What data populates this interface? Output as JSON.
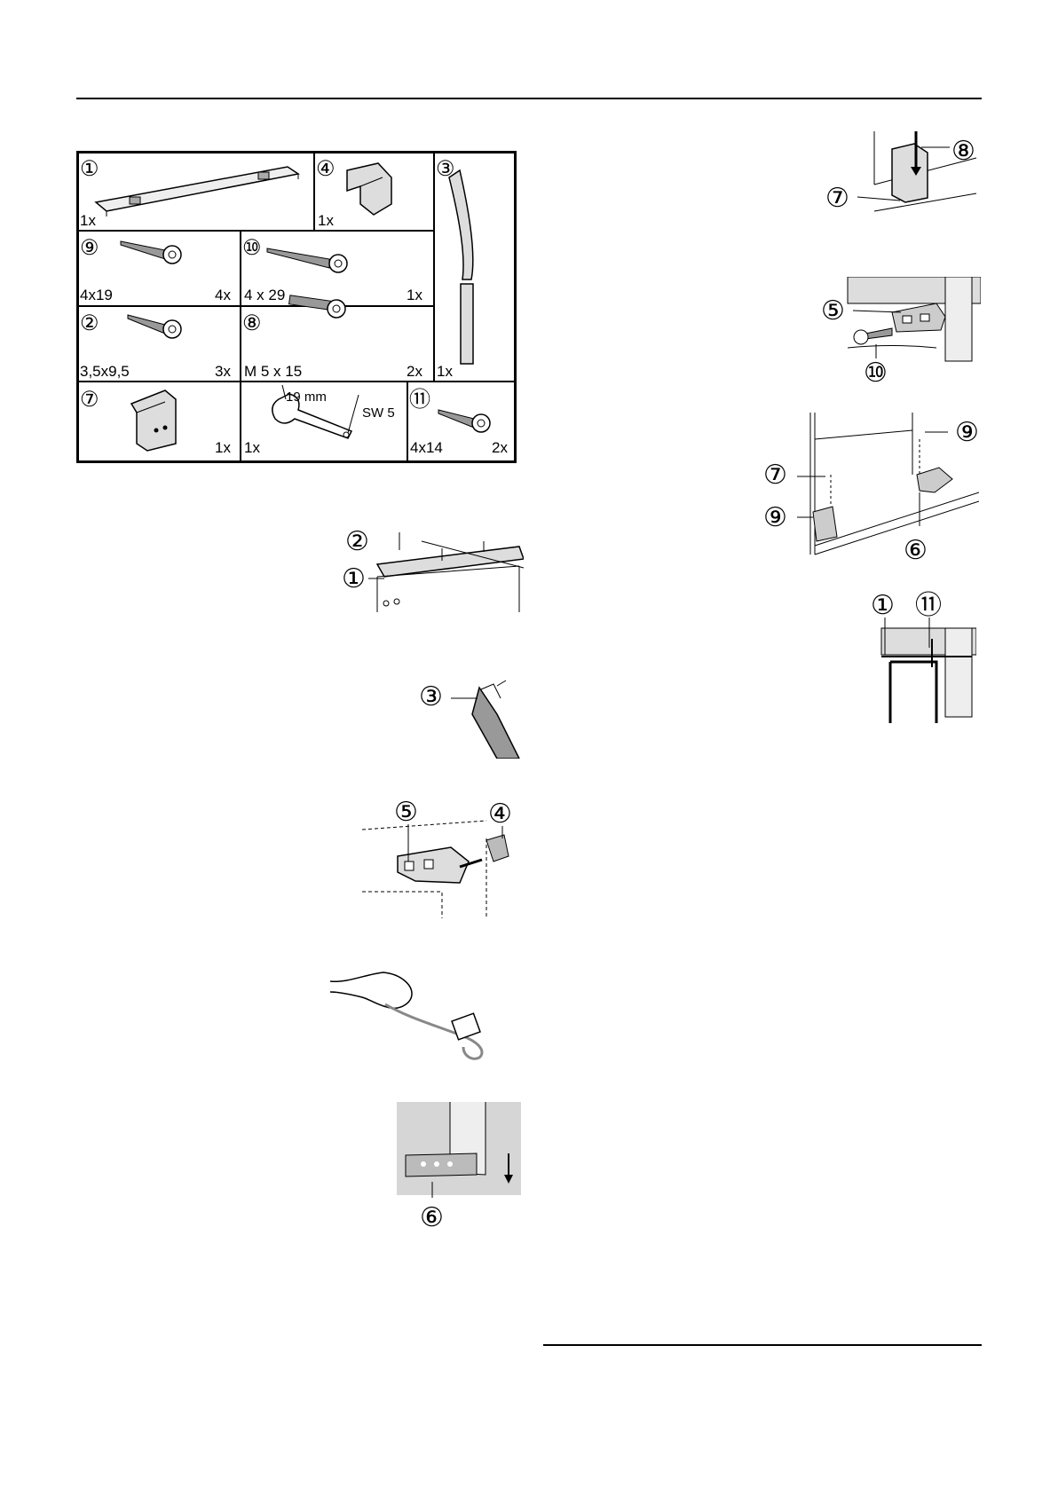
{
  "parts_table": {
    "cells": [
      {
        "num": "①",
        "qty": "1x",
        "size": ""
      },
      {
        "num": "④",
        "qty": "1x",
        "size": ""
      },
      {
        "num": "③",
        "qty": "1x",
        "size": ""
      },
      {
        "num": "⑨",
        "qty": "4x",
        "size": "4x19"
      },
      {
        "num": "⑩",
        "qty": "1x",
        "size": "4 x 29"
      },
      {
        "num": "②",
        "qty": "3x",
        "size": "3,5x9,5"
      },
      {
        "num": "⑧",
        "qty": "2x",
        "size": "M 5 x 15"
      },
      {
        "num": "⑦",
        "qty": "1x",
        "size": ""
      },
      {
        "num": "",
        "qty": "1x",
        "size": "",
        "wrench_label": "19 mm",
        "socket_label": "SW 5"
      },
      {
        "num": "⑪",
        "qty": "2x",
        "size": "4x14"
      }
    ]
  },
  "figures": {
    "fig_rail": {
      "labels": [
        "②",
        "①"
      ]
    },
    "fig_strip": {
      "labels": [
        "③"
      ]
    },
    "fig_bracket": {
      "labels": [
        "⑤",
        "④"
      ]
    },
    "fig_plug": {
      "labels": []
    },
    "fig_plinth": {
      "labels": [
        "⑥"
      ]
    },
    "fig_top_right_bracket": {
      "labels": [
        "⑧",
        "⑦"
      ]
    },
    "fig_hinge_screw": {
      "labels": [
        "⑤",
        "⑩"
      ]
    },
    "fig_base_mount": {
      "labels": [
        "⑨",
        "⑦",
        "⑨",
        "⑥"
      ]
    },
    "fig_top_rail_screw": {
      "labels": [
        "①",
        "⑪"
      ]
    }
  }
}
